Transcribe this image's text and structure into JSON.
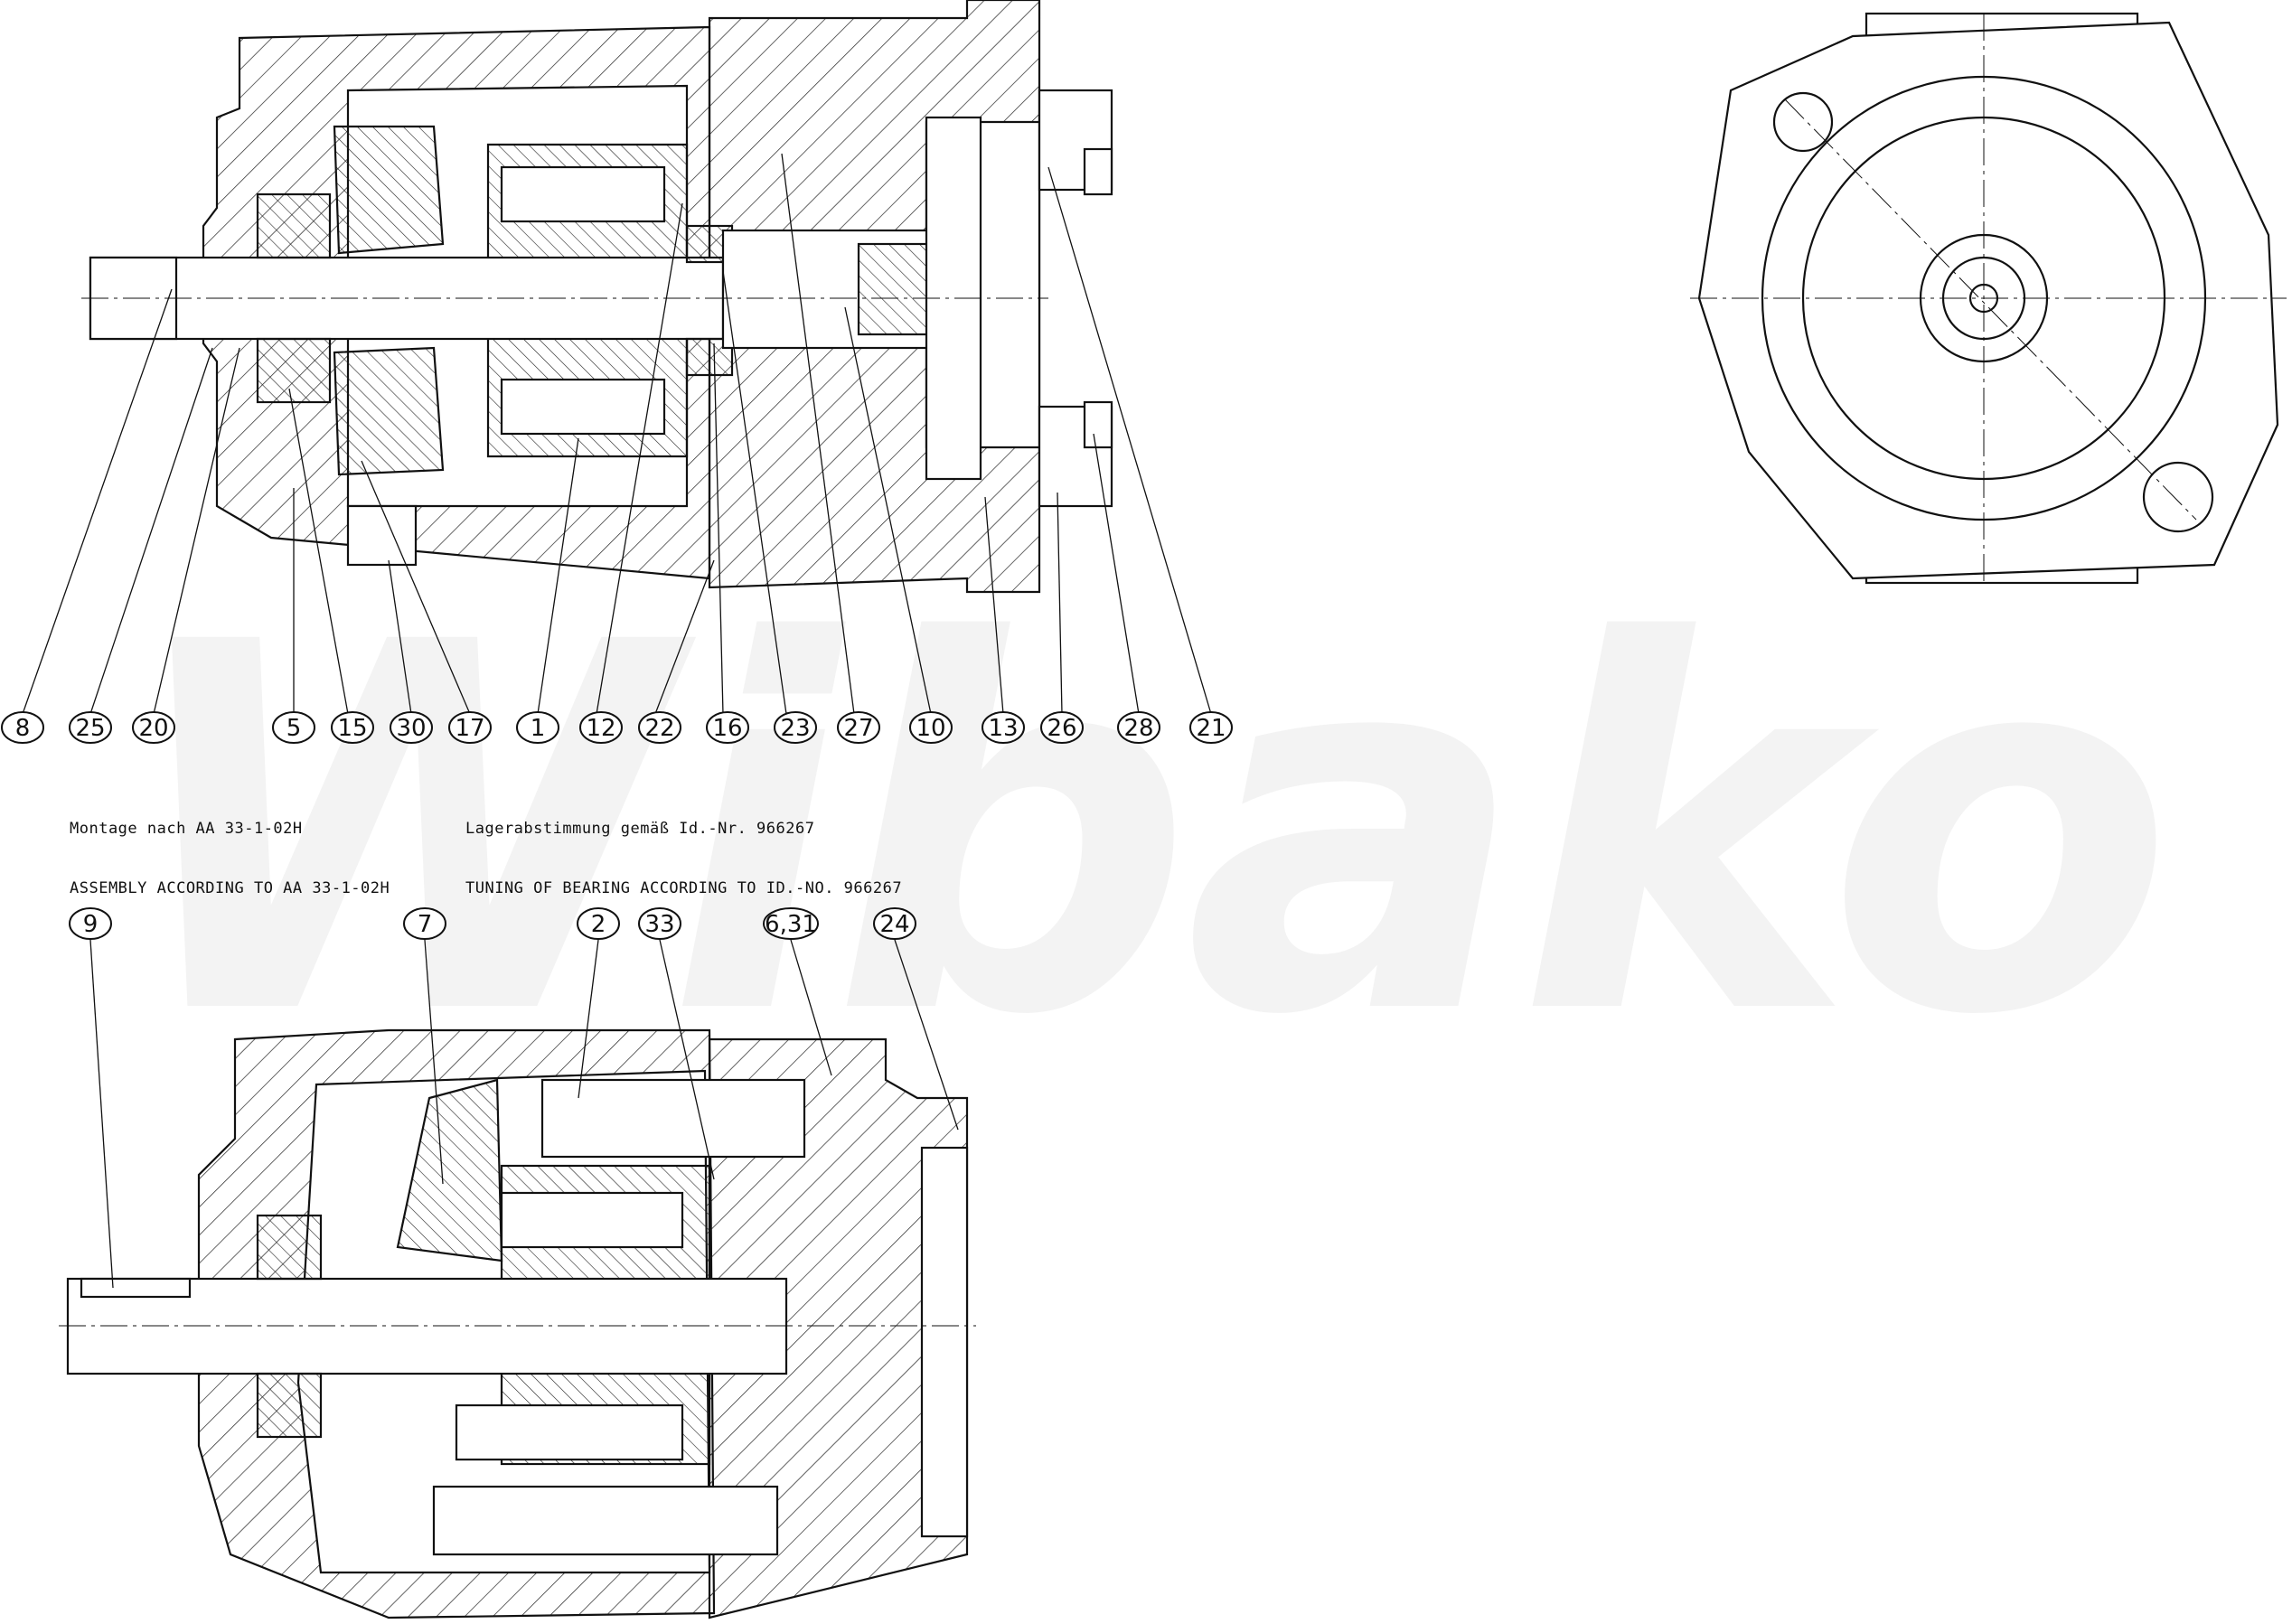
{
  "watermark": "Wibako",
  "notes": {
    "assembly_de": "Montage nach AA 33-1-02H",
    "assembly_en": "ASSEMBLY ACCORDING TO AA 33-1-02H",
    "bearing_de": "Lagerabstimmung gemäß Id.-Nr. 966267",
    "bearing_en": "TUNING OF BEARING ACCORDING TO ID.-NO. 966267"
  },
  "top_callouts": [
    "8",
    "25",
    "20",
    "5",
    "15",
    "30",
    "17",
    "1",
    "12",
    "22",
    "16",
    "23",
    "27",
    "10",
    "13",
    "26",
    "28",
    "21"
  ],
  "bottom_callouts": [
    "9",
    "7",
    "2",
    "33",
    "6,31",
    "24"
  ],
  "colors": {
    "line": "#111111",
    "hatch": "#222222",
    "background": "#ffffff"
  }
}
